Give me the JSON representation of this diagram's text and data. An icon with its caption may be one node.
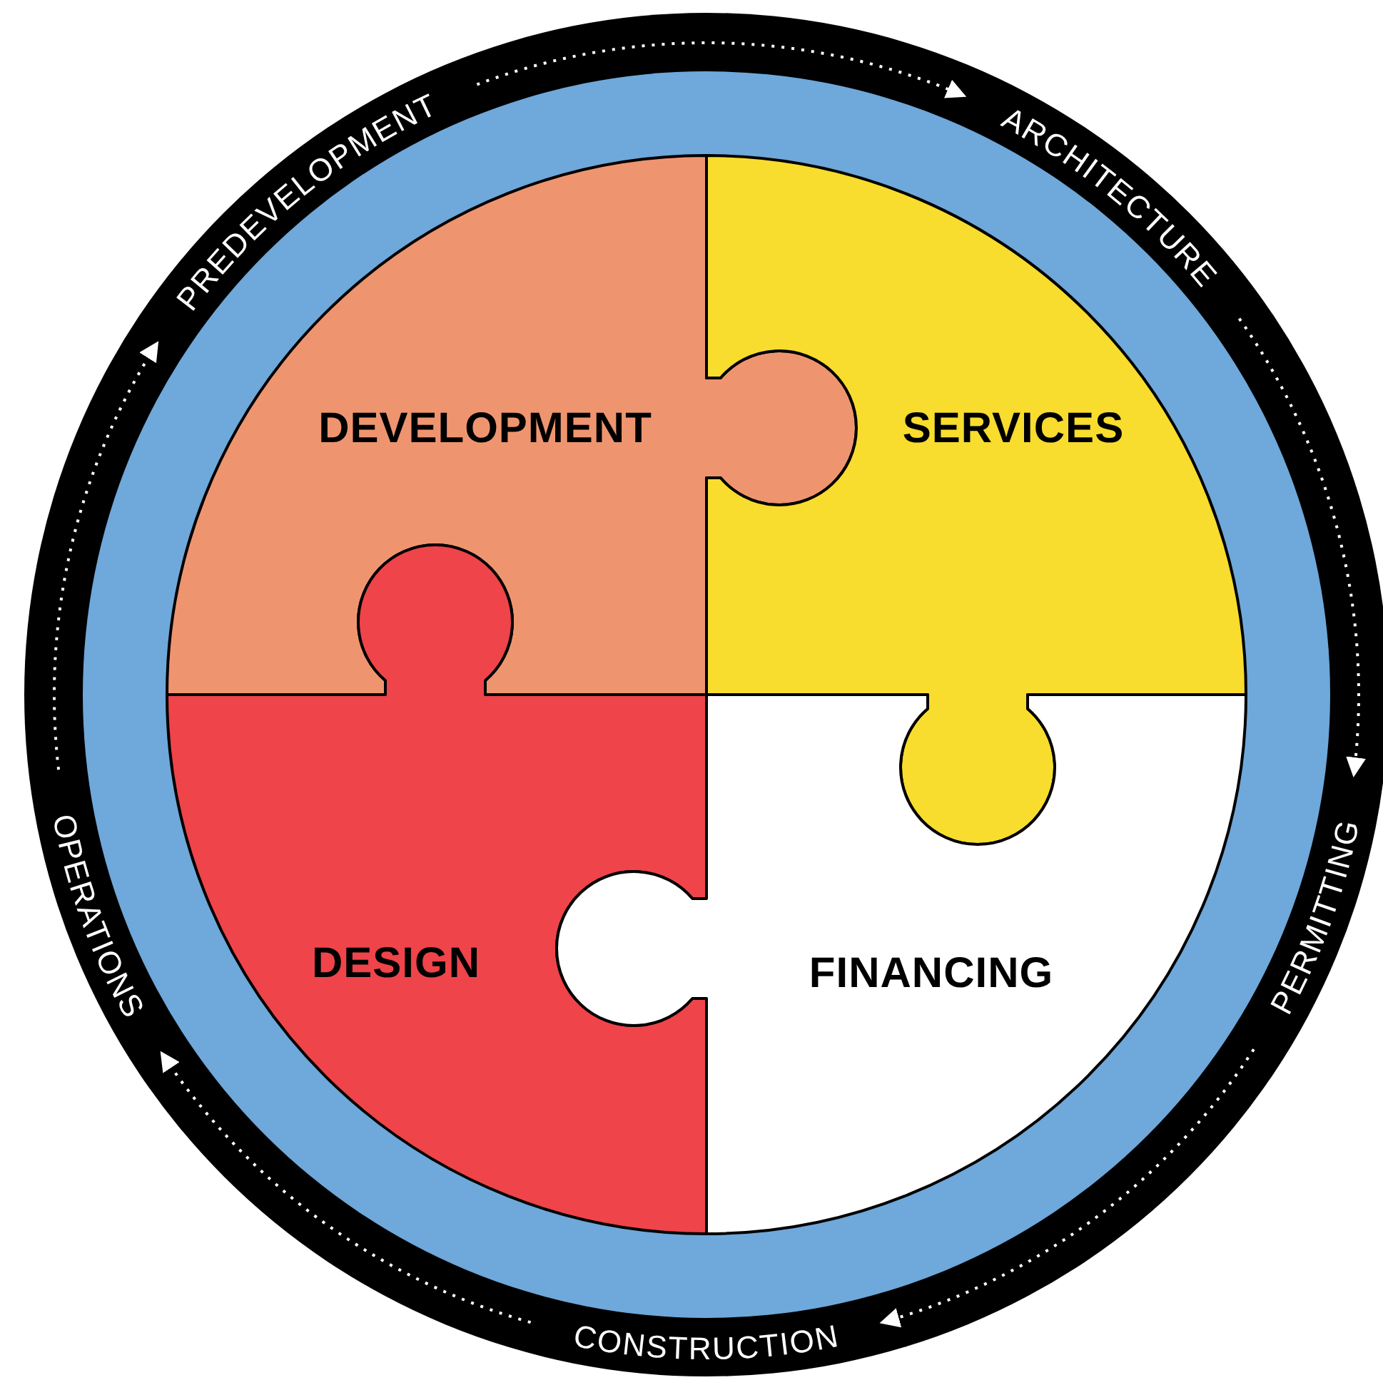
{
  "diagram": {
    "nodes": [
      {
        "text": [
          "PREDEVELOPMENT"
        ]
      },
      {
        "text": [
          "ARCHITECTURE"
        ]
      },
      {
        "text": [
          "DEVELOPMENT"
        ]
      },
      {
        "text": [
          "SERVICES"
        ]
      },
      {
        "text": [
          "PERMITTING"
        ]
      },
      {
        "text": [
          "OPERATIONS"
        ]
      },
      {
        "text": [
          "DESIGN"
        ]
      },
      {
        "text": [
          "FINANCING"
        ]
      },
      {
        "text": [
          "CONSTRUCTION"
        ]
      }
    ],
    "edges": [
      {
        "from": 0,
        "to": 1,
        "arrow": "to",
        "style": "dashed"
      },
      {
        "from": 1,
        "to": 4,
        "arrow": "to",
        "style": "dashed"
      },
      {
        "from": 4,
        "to": 8,
        "arrow": "to",
        "style": "dashed"
      },
      {
        "from": 8,
        "to": 5,
        "arrow": "to",
        "style": "dashed"
      },
      {
        "from": 5,
        "to": 0,
        "arrow": "to",
        "style": "dashed"
      }
    ]
  }
}
